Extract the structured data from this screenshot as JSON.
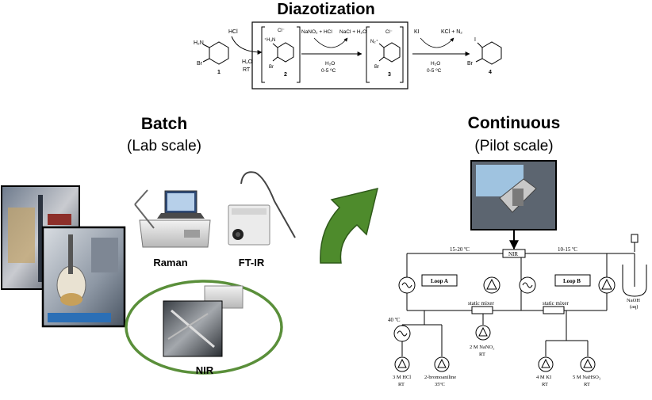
{
  "header": {
    "title": "Diazotization"
  },
  "scheme": {
    "reagent_1": "HCl",
    "cond_1a": "H₂O",
    "cond_1b": "RT",
    "reagent_2": "NaNO₂ + HCl",
    "byproduct_2": "NaCl + H₂O",
    "cond_2a": "H₂O",
    "cond_2b": "0-5 ºC",
    "reagent_3": "KI",
    "byproduct_3": "KCl + N₂",
    "cond_3a": "H₂O",
    "cond_3b": "0-5 ºC",
    "compounds": [
      {
        "number": "1",
        "labels": [
          "H₂N",
          "Br"
        ]
      },
      {
        "number": "2",
        "labels": [
          "Cl⁻",
          "⁺H₃N",
          "Br"
        ]
      },
      {
        "number": "3",
        "labels": [
          "Cl⁻",
          "N₂⁺",
          "Br"
        ]
      },
      {
        "number": "4",
        "labels": [
          "I",
          "Br"
        ]
      }
    ]
  },
  "batch": {
    "title": "Batch",
    "subtitle": "(Lab scale)",
    "raman_label": "Raman",
    "ftir_label": "FT-IR",
    "nir_label": "NIR"
  },
  "continuous": {
    "title": "Continuous",
    "subtitle": "(Pilot scale)",
    "nir_probe": "NIR",
    "temp_left": "15-20 ºC",
    "temp_right": "10-15 ºC",
    "loop_a": "Loop A",
    "loop_b": "Loop B",
    "static_mixer_1": "static mixer",
    "static_mixer_2": "static mixer",
    "heater_temp": "40 ºC",
    "naoh_a": "NaOH",
    "naoh_b": "(aq)",
    "feeds": [
      {
        "a": "3 M HCl",
        "b": "RT"
      },
      {
        "a": "2-bromoaniline",
        "b": "35ºC"
      },
      {
        "a": "2 M NaNO₂",
        "b": "RT"
      },
      {
        "a": "4 M KI",
        "b": "RT"
      },
      {
        "a": "5 M NaHSO₃",
        "b": "RT"
      }
    ]
  },
  "colors": {
    "arrow_green": "#4e8b2c",
    "ellipse_green": "#5a8f3a"
  }
}
